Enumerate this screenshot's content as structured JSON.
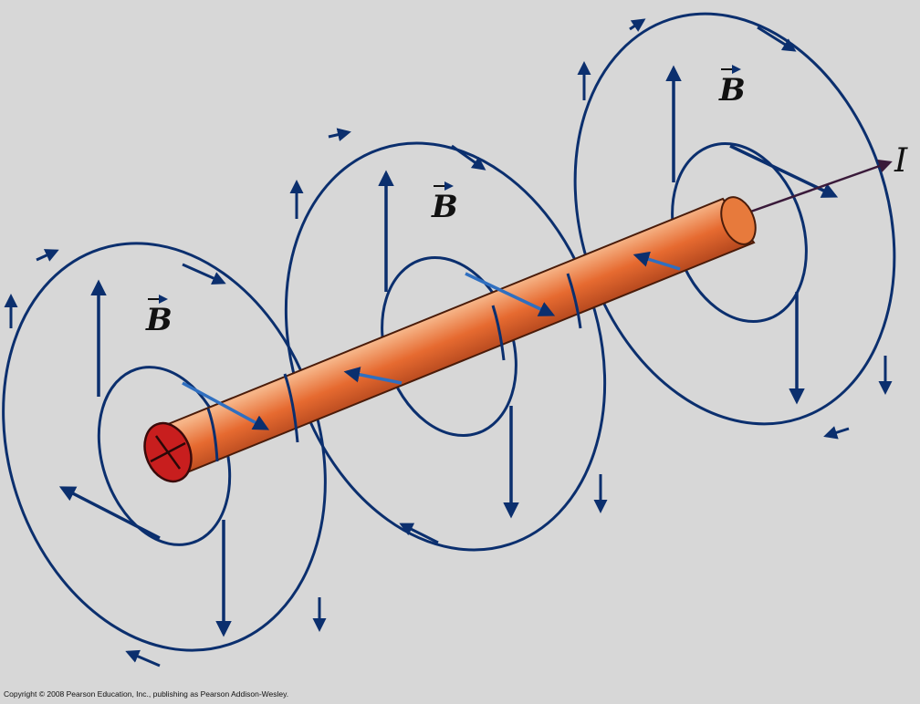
{
  "labels": {
    "field_symbol": "B",
    "current_symbol": "I",
    "copyright": "Copyright © 2008 Pearson Education, Inc., publishing as Pearson Addison-Wesley."
  },
  "colors": {
    "background": "#d7d7d7",
    "field_lines": "#0b2f6e",
    "wire": "#d9622a",
    "wire_end": "#c81e1e",
    "current_arrow": "#3a1a3a"
  }
}
